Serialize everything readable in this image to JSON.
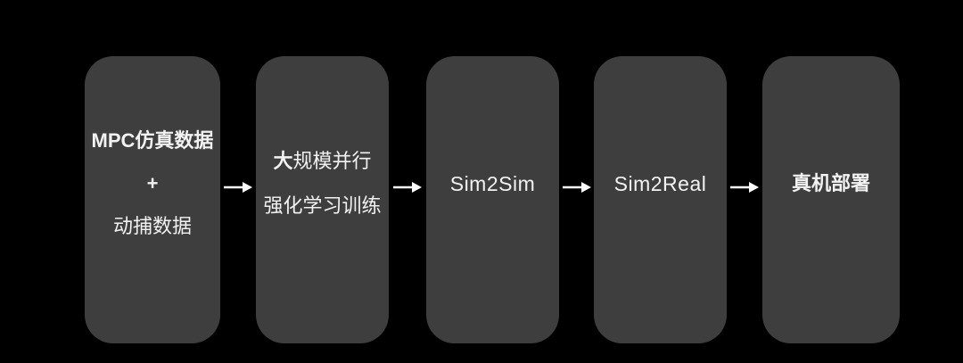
{
  "theme": {
    "background": "#000000",
    "box_color": "#3e3e3e",
    "text_color": "#f2f2f2",
    "arrow_color": "#ffffff"
  },
  "diagram": {
    "type": "flowchart",
    "direction": "left-to-right",
    "connector_icon": "right-arrow",
    "nodes": {
      "data_source": {
        "line1": "MPC仿真数据",
        "line2": "+",
        "line3": "动捕数据"
      },
      "training": {
        "line1_bold": "大",
        "line1_rest": "规模并行",
        "line2": "强化学习训练"
      },
      "sim2sim": {
        "label": "Sim2Sim"
      },
      "sim2real": {
        "label": "Sim2Real"
      },
      "deploy": {
        "label": "真机部署"
      }
    }
  }
}
